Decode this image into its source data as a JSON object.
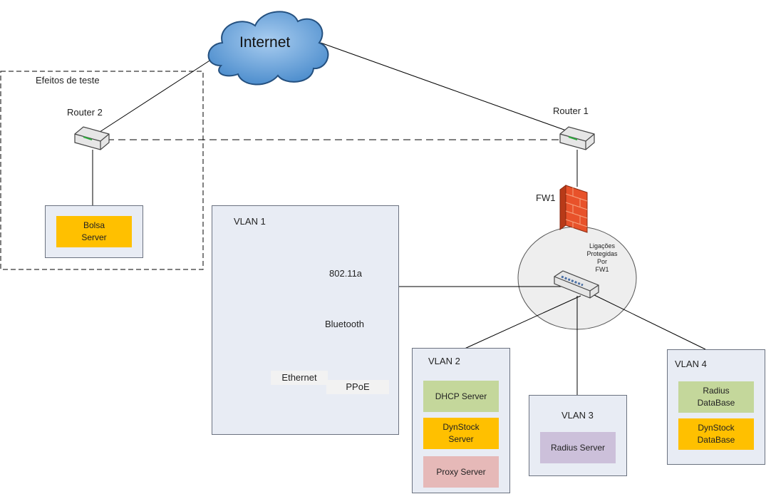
{
  "internet": {
    "label": "Internet"
  },
  "test_zone": {
    "label": "Efeitos de teste"
  },
  "router2": {
    "label": "Router 2"
  },
  "router1": {
    "label": "Router 1"
  },
  "firewall": {
    "label": "FW1"
  },
  "protected_zone": {
    "line1": "Ligações",
    "line2": "Protegidas",
    "line3": "Por",
    "line4": "FW1"
  },
  "bolsa": {
    "line1": "Bolsa",
    "line2": "Server"
  },
  "vlan1": {
    "title": "VLAN 1",
    "wifi_label": "802.11a",
    "bluetooth_label": "Bluetooth",
    "ethernet_label": "Ethernet",
    "pppoe_label": "PPoE"
  },
  "vlan2": {
    "title": "VLAN 2",
    "dhcp": "DHCP Server",
    "dynstock_line1": "DynStock",
    "dynstock_line2": "Server",
    "proxy": "Proxy Server"
  },
  "vlan3": {
    "title": "VLAN 3",
    "radius": "Radius Server"
  },
  "vlan4": {
    "title": "VLAN 4",
    "radius_db_line1": "Radius",
    "radius_db_line2": "DataBase",
    "dynstock_db_line1": "DynStock",
    "dynstock_db_line2": "DataBase"
  },
  "colors": {
    "orange": "#ffc000",
    "green": "#c4d79b",
    "pink": "#e6b9b8",
    "purple": "#ccc0da",
    "vlan_bg": "#e8ecf4"
  }
}
